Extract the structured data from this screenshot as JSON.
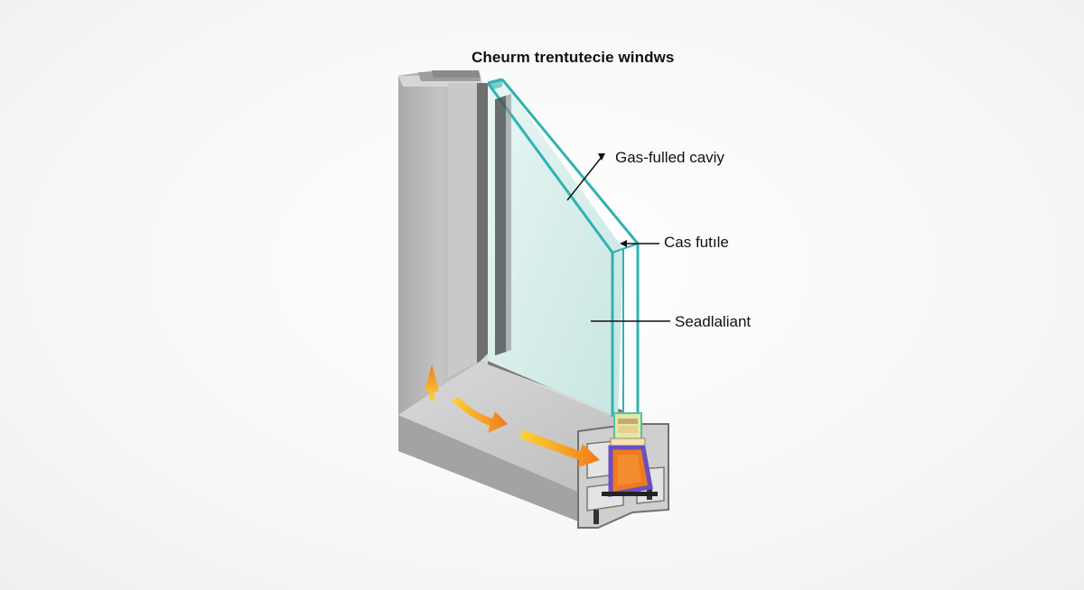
{
  "diagram": {
    "title": "Cheurm trentutecie windws",
    "callouts": {
      "gas_cavity": "Gas-fulled caviy",
      "gas_fill": "Cas futıle",
      "sealant": "Seadlaliant"
    }
  },
  "colors": {
    "frame": "#b9b9b9",
    "frame_dark": "#8e8e8e",
    "glass": "#dcefee",
    "glass_edge": "#2fb3b0",
    "seal": "#f07a1f",
    "spacer": "#6a4fc0",
    "heat_arrow": "#f6a21d"
  }
}
